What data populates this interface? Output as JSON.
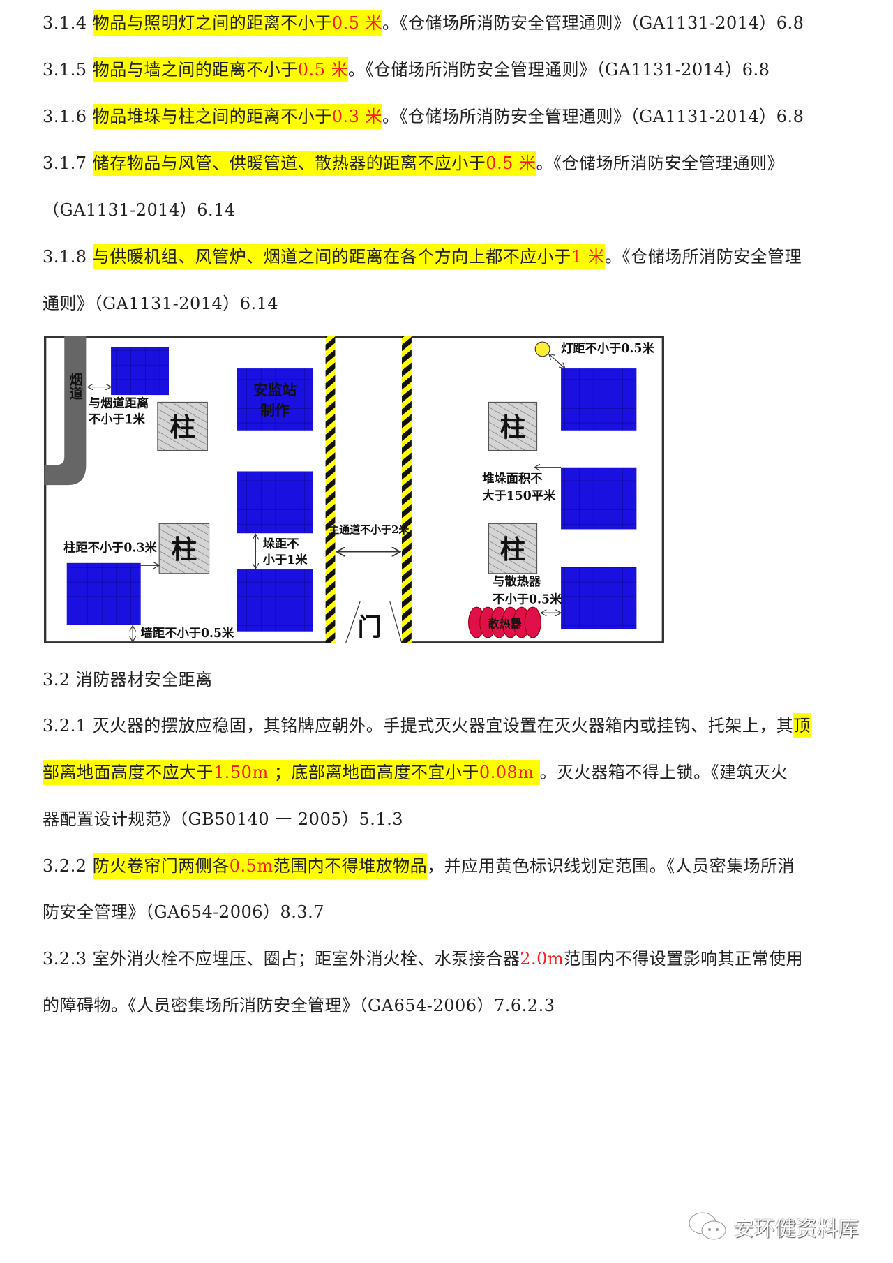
{
  "lines": [
    {
      "segments": [
        {
          "t": "3.1.4 ",
          "s": "plain"
        },
        {
          "t": "物品与照明灯之间的距离不小于",
          "s": "hl"
        },
        {
          "t": "0.5 米",
          "s": "hlred"
        },
        {
          "t": "。《仓储场所消防安全管理通则》（GA1131-2014）6.8",
          "s": "plain"
        }
      ]
    },
    {
      "segments": [
        {
          "t": "3.1.5 ",
          "s": "plain"
        },
        {
          "t": "物品与墙之间的距离不小于",
          "s": "hl"
        },
        {
          "t": "0.5 米",
          "s": "hlred"
        },
        {
          "t": "。《仓储场所消防安全管理通则》（GA1131-2014）6.8",
          "s": "plain"
        }
      ]
    },
    {
      "segments": [
        {
          "t": "3.1.6 ",
          "s": "plain"
        },
        {
          "t": "物品堆垛与柱之间的距离不小于",
          "s": "hl"
        },
        {
          "t": "0.3 米",
          "s": "hlred"
        },
        {
          "t": "。《仓储场所消防安全管理通则》（GA1131-2014）6.8",
          "s": "plain"
        }
      ]
    },
    {
      "segments": [
        {
          "t": "3.1.7 ",
          "s": "plain"
        },
        {
          "t": "储存物品与风管、供暖管道、散热器的距离不应小于",
          "s": "hl"
        },
        {
          "t": "0.5 米",
          "s": "hlred"
        },
        {
          "t": "。《仓储场所消防安全管理通则》",
          "s": "plain"
        }
      ]
    },
    {
      "segments": [
        {
          "t": "（GA1131-2014）6.14",
          "s": "plain"
        }
      ]
    },
    {
      "segments": [
        {
          "t": "3.1.8 ",
          "s": "plain"
        },
        {
          "t": "与供暖机组、风管炉、烟道之间的距离在各个方向上都不应小于",
          "s": "hl"
        },
        {
          "t": "1 米",
          "s": "hlred"
        },
        {
          "t": "。《仓储场所消防安全管理",
          "s": "plain"
        }
      ]
    },
    {
      "segments": [
        {
          "t": "通则》（GA1131-2014）6.14",
          "s": "plain"
        }
      ]
    },
    {
      "segments": [
        {
          "t": "3.2 消防器材安全距离",
          "s": "plain"
        }
      ]
    },
    {
      "segments": [
        {
          "t": "3.2.1 灭火器的摆放应稳固，其铭牌应朝外。手提式灭火器宜设置在灭火器箱内或挂钩、托架上，其",
          "s": "plain"
        },
        {
          "t": "顶",
          "s": "hl"
        }
      ]
    },
    {
      "segments": [
        {
          "t": "部离地面高度不应大于",
          "s": "hl"
        },
        {
          "t": "1.50m",
          "s": "hlred"
        },
        {
          "t": " ；底部离地面高度不宜小于",
          "s": "hl"
        },
        {
          "t": "0.08m ",
          "s": "hlred"
        },
        {
          "t": " 。灭火器箱不得上锁。《建筑灭火",
          "s": "plain"
        }
      ]
    },
    {
      "segments": [
        {
          "t": "器配置设计规范》（GB50140 一 2005）5.1.3",
          "s": "plain"
        }
      ]
    },
    {
      "segments": [
        {
          "t": "3.2.2 ",
          "s": "plain"
        },
        {
          "t": "防火卷帘门两侧各",
          "s": "hl"
        },
        {
          "t": "0.5m",
          "s": "hlred"
        },
        {
          "t": "范围内不得堆放物品",
          "s": "hl"
        },
        {
          "t": "，并应用黄色标识线划定范围。《人员密集场所消",
          "s": "plain"
        }
      ]
    },
    {
      "segments": [
        {
          "t": "防安全管理》（GA654-2006）8.3.7",
          "s": "plain"
        }
      ]
    },
    {
      "segments": [
        {
          "t": "3.2.3 室外消火栓不应埋压、圈占；距室外消火栓、水泵接合器",
          "s": "plain"
        },
        {
          "t": "2.0m",
          "s": "red"
        },
        {
          "t": "范围内不得设置影响其正常使用",
          "s": "plain"
        }
      ]
    },
    {
      "segments": [
        {
          "t": "的障碍物。《人员密集场所消防安全管理》（GA654-2006）7.6.2.3",
          "s": "plain"
        }
      ]
    }
  ],
  "diagram": {
    "chimney": "烟道",
    "chimney_note": [
      "与烟道距离",
      "不小于1米"
    ],
    "pillar": "柱",
    "station": [
      "安监站",
      "制作"
    ],
    "column_note": "柱距不小于0.3米",
    "wall_note": "墙距不小于0.5米",
    "stack_gap_note": [
      "垛距不",
      "小于1米"
    ],
    "aisle_note": "主通道不小于2米",
    "door": "门",
    "lamp_note": "灯距不小于0.5米",
    "area_note": [
      "堆垛面积不",
      "大于150平米"
    ],
    "radiator_note": [
      "与散热器",
      "不小于0.5米"
    ],
    "radiator": "散热器",
    "colors": {
      "stack": "#1a10e0",
      "highlight": "#ffff00",
      "red": "#ff1a1a"
    }
  },
  "watermark": "安环健资料库"
}
